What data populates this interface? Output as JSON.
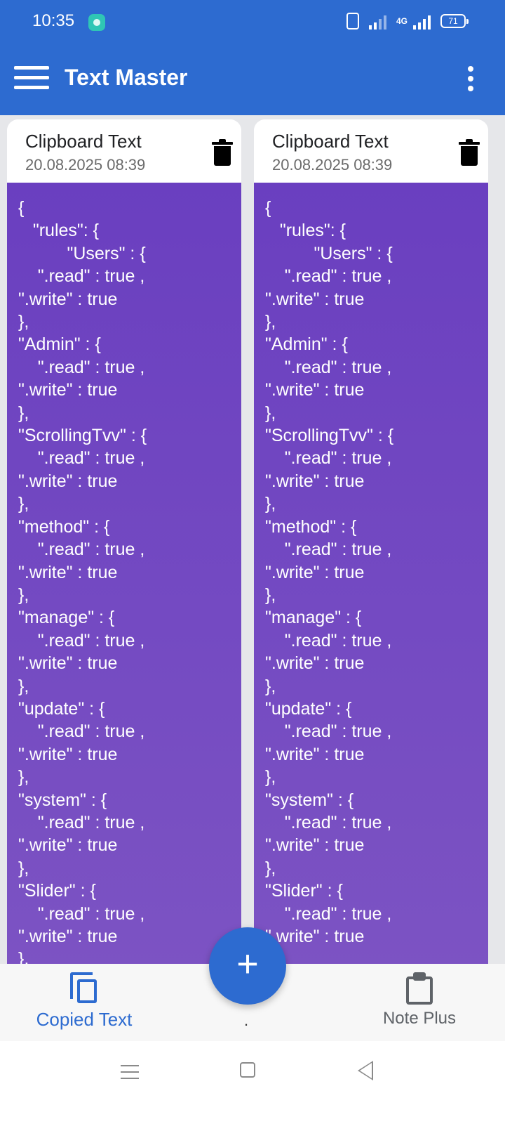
{
  "status": {
    "time": "10:35",
    "network": "4G",
    "battery": "71"
  },
  "app": {
    "title": "Text Master"
  },
  "cards": [
    {
      "title": "Clipboard Text",
      "date": "20.08.2025 08:39",
      "content": "{\n   \"rules\": {\n          \"Users\" : {\n    \".read\" : true ,\n\".write\" : true\n},\n\"Admin\" : {\n    \".read\" : true ,\n\".write\" : true\n},\n\"ScrollingTvv\" : {\n    \".read\" : true ,\n\".write\" : true\n},\n\"method\" : {\n    \".read\" : true ,\n\".write\" : true\n},\n\"manage\" : {\n    \".read\" : true ,\n\".write\" : true\n},\n\"update\" : {\n    \".read\" : true ,\n\".write\" : true\n},\n\"system\" : {\n    \".read\" : true ,\n\".write\" : true\n},\n\"Slider\" : {\n    \".read\" : true ,\n\".write\" : true\n},"
    },
    {
      "title": "Clipboard Text",
      "date": "20.08.2025 08:39",
      "content": "{\n   \"rules\": {\n          \"Users\" : {\n    \".read\" : true ,\n\".write\" : true\n},\n\"Admin\" : {\n    \".read\" : true ,\n\".write\" : true\n},\n\"ScrollingTvv\" : {\n    \".read\" : true ,\n\".write\" : true\n},\n\"method\" : {\n    \".read\" : true ,\n\".write\" : true\n},\n\"manage\" : {\n    \".read\" : true ,\n\".write\" : true\n},\n\"update\" : {\n    \".read\" : true ,\n\".write\" : true\n},\n\"system\" : {\n    \".read\" : true ,\n\".write\" : true\n},\n\"Slider\" : {\n    \".read\" : true ,\n\".write\" : true\n},"
    }
  ],
  "bottom_nav": {
    "copied_label": "Copied Text",
    "center_label": ".",
    "note_label": "Note Plus"
  },
  "fab": {
    "icon": "+"
  },
  "colors": {
    "primary": "#2d6bd0",
    "card_body": "#6a3fc0"
  }
}
